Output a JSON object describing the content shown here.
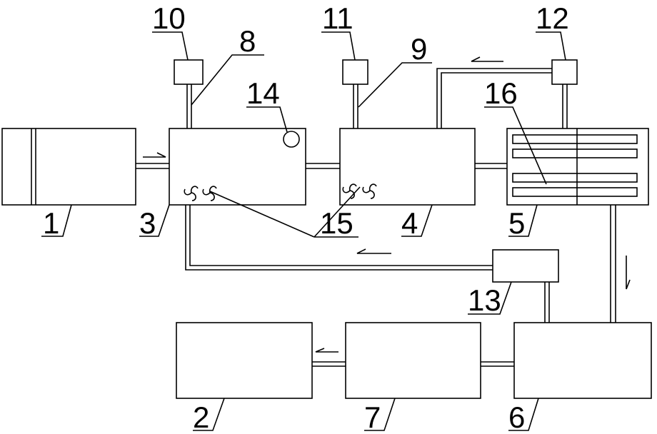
{
  "labels": {
    "n1": "1",
    "n2": "2",
    "n3": "3",
    "n4": "4",
    "n5": "5",
    "n6": "6",
    "n7": "7",
    "n8": "8",
    "n9": "9",
    "n10": "10",
    "n11": "11",
    "n12": "12",
    "n13": "13",
    "n14": "14",
    "n15": "15",
    "n16": "16"
  },
  "colors": {
    "stroke": "#000000",
    "background": "#ffffff"
  }
}
